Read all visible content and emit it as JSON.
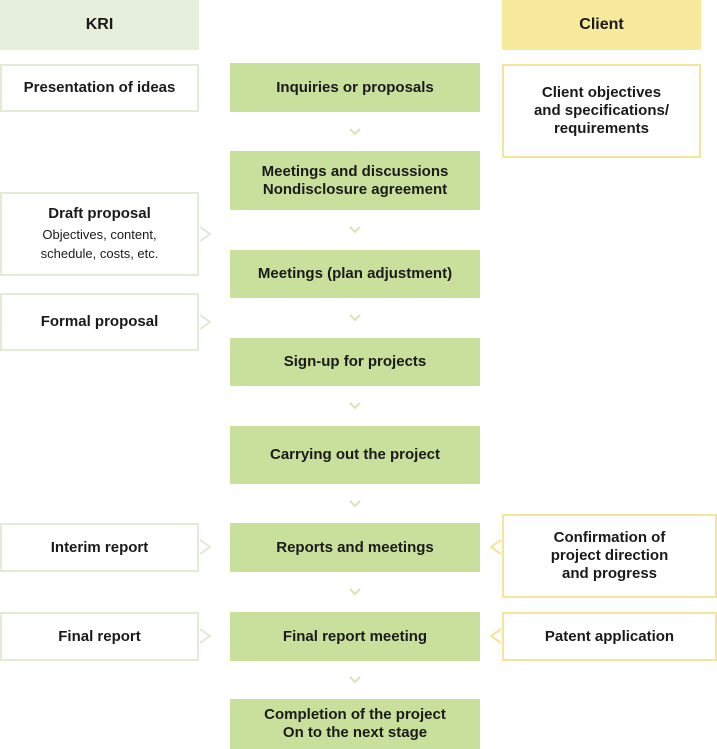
{
  "headers": {
    "kri": "KRI",
    "client": "Client"
  },
  "steps": [
    {
      "line1": "Inquiries or proposals",
      "line2": ""
    },
    {
      "line1": "Meetings and discussions",
      "line2": "Nondisclosure agreement"
    },
    {
      "line1": "Meetings (plan adjustment)",
      "line2": ""
    },
    {
      "line1": "Sign-up for projects",
      "line2": ""
    },
    {
      "line1": "Carrying out the project",
      "line2": ""
    },
    {
      "line1": "Reports and meetings",
      "line2": ""
    },
    {
      "line1": "Final report meeting",
      "line2": ""
    },
    {
      "line1": "Completion of the project",
      "line2": "On to the next stage"
    }
  ],
  "kri_notes": {
    "presentation": "Presentation of ideas",
    "draft_title": "Draft proposal",
    "draft_sub1": "Objectives, content,",
    "draft_sub2": "schedule, costs, etc.",
    "formal": "Formal proposal",
    "interim": "Interim report",
    "final": "Final report"
  },
  "client_notes": {
    "objectives_l1": "Client objectives",
    "objectives_l2": "and specifications/",
    "objectives_l3": "requirements",
    "confirmation_l1": "Confirmation of",
    "confirmation_l2": "project direction",
    "confirmation_l3": "and progress",
    "patent": "Patent application"
  },
  "colors": {
    "step_fill": "#c9e09c",
    "kri_header": "#e6efdc",
    "client_header": "#f7ea9d",
    "kri_border": "#e1ebd6",
    "client_border": "#f4e59a"
  }
}
